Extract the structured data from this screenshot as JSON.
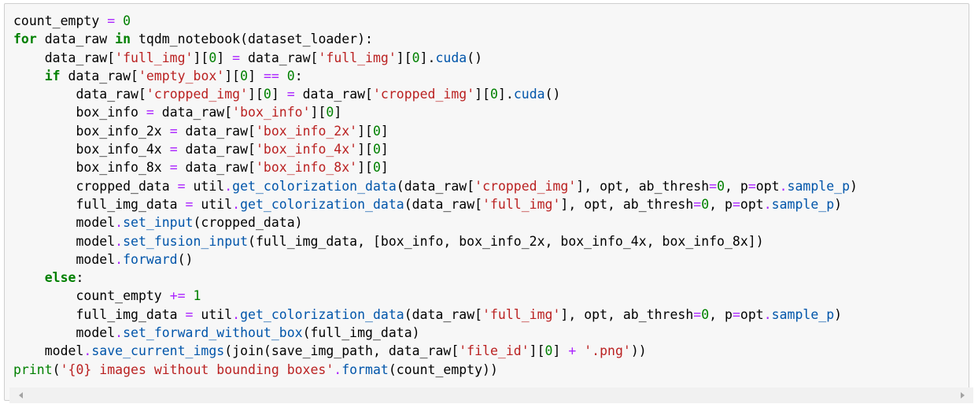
{
  "code_cell": {
    "language": "python",
    "colors": {
      "background": "#f7f7f7",
      "border": "#cfcfcf",
      "keyword": "#008000",
      "string": "#ba2121",
      "number": "#008000",
      "operator": "#aa22ff",
      "attribute": "#0055aa"
    },
    "lines": [
      [
        [
          "plain",
          "count_empty "
        ],
        [
          "op",
          "="
        ],
        [
          "plain",
          " "
        ],
        [
          "number",
          "0"
        ]
      ],
      [
        [
          "keyword",
          "for"
        ],
        [
          "plain",
          " data_raw "
        ],
        [
          "keyword",
          "in"
        ],
        [
          "plain",
          " tqdm_notebook(dataset_loader):"
        ]
      ],
      [
        [
          "plain",
          "    data_raw["
        ],
        [
          "string",
          "'full_img'"
        ],
        [
          "plain",
          "]["
        ],
        [
          "number",
          "0"
        ],
        [
          "plain",
          "] "
        ],
        [
          "op",
          "="
        ],
        [
          "plain",
          " data_raw["
        ],
        [
          "string",
          "'full_img'"
        ],
        [
          "plain",
          "]["
        ],
        [
          "number",
          "0"
        ],
        [
          "plain",
          "]."
        ],
        [
          "attr",
          "cuda"
        ],
        [
          "plain",
          "()"
        ]
      ],
      [
        [
          "plain",
          "    "
        ],
        [
          "keyword",
          "if"
        ],
        [
          "plain",
          " data_raw["
        ],
        [
          "string",
          "'empty_box'"
        ],
        [
          "plain",
          "]["
        ],
        [
          "number",
          "0"
        ],
        [
          "plain",
          "] "
        ],
        [
          "op",
          "=="
        ],
        [
          "plain",
          " "
        ],
        [
          "number",
          "0"
        ],
        [
          "plain",
          ":"
        ]
      ],
      [
        [
          "plain",
          "        data_raw["
        ],
        [
          "string",
          "'cropped_img'"
        ],
        [
          "plain",
          "]["
        ],
        [
          "number",
          "0"
        ],
        [
          "plain",
          "] "
        ],
        [
          "op",
          "="
        ],
        [
          "plain",
          " data_raw["
        ],
        [
          "string",
          "'cropped_img'"
        ],
        [
          "plain",
          "]["
        ],
        [
          "number",
          "0"
        ],
        [
          "plain",
          "]."
        ],
        [
          "attr",
          "cuda"
        ],
        [
          "plain",
          "()"
        ]
      ],
      [
        [
          "plain",
          "        box_info "
        ],
        [
          "op",
          "="
        ],
        [
          "plain",
          " data_raw["
        ],
        [
          "string",
          "'box_info'"
        ],
        [
          "plain",
          "]["
        ],
        [
          "number",
          "0"
        ],
        [
          "plain",
          "]"
        ]
      ],
      [
        [
          "plain",
          "        box_info_2x "
        ],
        [
          "op",
          "="
        ],
        [
          "plain",
          " data_raw["
        ],
        [
          "string",
          "'box_info_2x'"
        ],
        [
          "plain",
          "]["
        ],
        [
          "number",
          "0"
        ],
        [
          "plain",
          "]"
        ]
      ],
      [
        [
          "plain",
          "        box_info_4x "
        ],
        [
          "op",
          "="
        ],
        [
          "plain",
          " data_raw["
        ],
        [
          "string",
          "'box_info_4x'"
        ],
        [
          "plain",
          "]["
        ],
        [
          "number",
          "0"
        ],
        [
          "plain",
          "]"
        ]
      ],
      [
        [
          "plain",
          "        box_info_8x "
        ],
        [
          "op",
          "="
        ],
        [
          "plain",
          " data_raw["
        ],
        [
          "string",
          "'box_info_8x'"
        ],
        [
          "plain",
          "]["
        ],
        [
          "number",
          "0"
        ],
        [
          "plain",
          "]"
        ]
      ],
      [
        [
          "plain",
          "        cropped_data "
        ],
        [
          "op",
          "="
        ],
        [
          "plain",
          " util"
        ],
        [
          "op",
          "."
        ],
        [
          "attr",
          "get_colorization_data"
        ],
        [
          "plain",
          "(data_raw["
        ],
        [
          "string",
          "'cropped_img'"
        ],
        [
          "plain",
          "], opt, ab_thresh"
        ],
        [
          "op",
          "="
        ],
        [
          "number",
          "0"
        ],
        [
          "plain",
          ", p"
        ],
        [
          "op",
          "="
        ],
        [
          "plain",
          "opt"
        ],
        [
          "op",
          "."
        ],
        [
          "attr",
          "sample_p"
        ],
        [
          "plain",
          ")"
        ]
      ],
      [
        [
          "plain",
          "        full_img_data "
        ],
        [
          "op",
          "="
        ],
        [
          "plain",
          " util"
        ],
        [
          "op",
          "."
        ],
        [
          "attr",
          "get_colorization_data"
        ],
        [
          "plain",
          "(data_raw["
        ],
        [
          "string",
          "'full_img'"
        ],
        [
          "plain",
          "], opt, ab_thresh"
        ],
        [
          "op",
          "="
        ],
        [
          "number",
          "0"
        ],
        [
          "plain",
          ", p"
        ],
        [
          "op",
          "="
        ],
        [
          "plain",
          "opt"
        ],
        [
          "op",
          "."
        ],
        [
          "attr",
          "sample_p"
        ],
        [
          "plain",
          ")"
        ]
      ],
      [
        [
          "plain",
          "        model"
        ],
        [
          "op",
          "."
        ],
        [
          "attr",
          "set_input"
        ],
        [
          "plain",
          "(cropped_data)"
        ]
      ],
      [
        [
          "plain",
          "        model"
        ],
        [
          "op",
          "."
        ],
        [
          "attr",
          "set_fusion_input"
        ],
        [
          "plain",
          "(full_img_data, [box_info, box_info_2x, box_info_4x, box_info_8x])"
        ]
      ],
      [
        [
          "plain",
          "        model"
        ],
        [
          "op",
          "."
        ],
        [
          "attr",
          "forward"
        ],
        [
          "plain",
          "()"
        ]
      ],
      [
        [
          "plain",
          "    "
        ],
        [
          "keyword",
          "else"
        ],
        [
          "plain",
          ":"
        ]
      ],
      [
        [
          "plain",
          "        count_empty "
        ],
        [
          "op",
          "+="
        ],
        [
          "plain",
          " "
        ],
        [
          "number",
          "1"
        ]
      ],
      [
        [
          "plain",
          "        full_img_data "
        ],
        [
          "op",
          "="
        ],
        [
          "plain",
          " util"
        ],
        [
          "op",
          "."
        ],
        [
          "attr",
          "get_colorization_data"
        ],
        [
          "plain",
          "(data_raw["
        ],
        [
          "string",
          "'full_img'"
        ],
        [
          "plain",
          "], opt, ab_thresh"
        ],
        [
          "op",
          "="
        ],
        [
          "number",
          "0"
        ],
        [
          "plain",
          ", p"
        ],
        [
          "op",
          "="
        ],
        [
          "plain",
          "opt"
        ],
        [
          "op",
          "."
        ],
        [
          "attr",
          "sample_p"
        ],
        [
          "plain",
          ")"
        ]
      ],
      [
        [
          "plain",
          "        model"
        ],
        [
          "op",
          "."
        ],
        [
          "attr",
          "set_forward_without_box"
        ],
        [
          "plain",
          "(full_img_data)"
        ]
      ],
      [
        [
          "plain",
          "    model"
        ],
        [
          "op",
          "."
        ],
        [
          "attr",
          "save_current_imgs"
        ],
        [
          "plain",
          "(join(save_img_path, data_raw["
        ],
        [
          "string",
          "'file_id'"
        ],
        [
          "plain",
          "]["
        ],
        [
          "number",
          "0"
        ],
        [
          "plain",
          "] "
        ],
        [
          "op",
          "+"
        ],
        [
          "plain",
          " "
        ],
        [
          "string",
          "'.png'"
        ],
        [
          "plain",
          "))"
        ]
      ],
      [
        [
          "builtin",
          "print"
        ],
        [
          "plain",
          "("
        ],
        [
          "string",
          "'{0} images without bounding boxes'"
        ],
        [
          "op",
          "."
        ],
        [
          "attr",
          "format"
        ],
        [
          "plain",
          "(count_empty))"
        ]
      ]
    ]
  },
  "scrollbar": {
    "left_icon": "arrow-left-icon",
    "right_icon": "arrow-right-icon"
  }
}
